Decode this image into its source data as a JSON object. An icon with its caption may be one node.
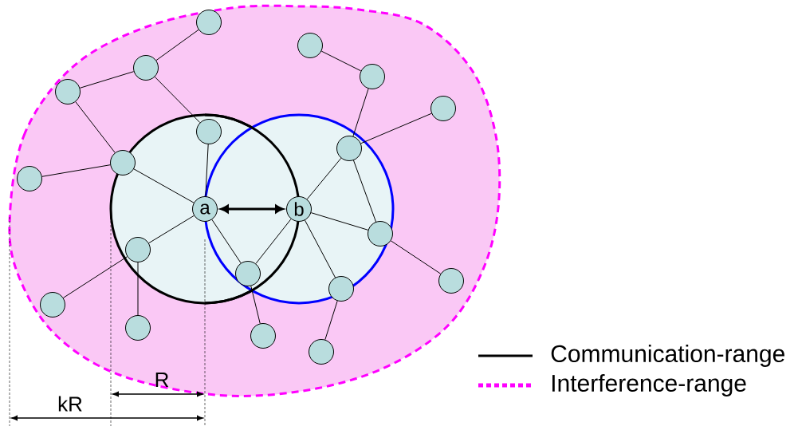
{
  "diagram": {
    "nodes": [
      {
        "text": [
          "a"
        ]
      },
      {
        "text": [
          "b"
        ]
      },
      {
        "text": [],
        "shape": "circle"
      },
      {
        "text": [],
        "shape": "circle"
      },
      {
        "text": [],
        "shape": "circle"
      },
      {
        "text": [],
        "shape": "circle"
      },
      {
        "text": [],
        "shape": "circle"
      },
      {
        "text": [],
        "shape": "circle"
      },
      {
        "text": [],
        "shape": "circle"
      },
      {
        "text": [],
        "shape": "circle"
      },
      {
        "text": [],
        "shape": "circle"
      },
      {
        "text": [],
        "shape": "circle"
      },
      {
        "text": [],
        "shape": "circle"
      },
      {
        "text": [],
        "shape": "circle"
      },
      {
        "text": [],
        "shape": "circle"
      },
      {
        "text": [],
        "shape": "circle"
      },
      {
        "text": [],
        "shape": "circle"
      },
      {
        "text": [],
        "shape": "circle"
      },
      {
        "text": [],
        "shape": "circle"
      },
      {
        "text": [],
        "shape": "circle"
      },
      {
        "text": [],
        "shape": "circle"
      }
    ],
    "edges": [
      {
        "from": 0,
        "to": 1,
        "arrow": "both",
        "style": "thick"
      },
      {
        "from": 2,
        "to": 3,
        "arrow": "none"
      },
      {
        "from": 3,
        "to": 4,
        "arrow": "none"
      },
      {
        "from": 3,
        "to": 5,
        "arrow": "none"
      },
      {
        "from": 4,
        "to": 6,
        "arrow": "none"
      },
      {
        "from": 6,
        "to": 7,
        "arrow": "none"
      },
      {
        "from": 6,
        "to": 0,
        "arrow": "none"
      },
      {
        "from": 5,
        "to": 0,
        "arrow": "none"
      },
      {
        "from": 8,
        "to": 9,
        "arrow": "none"
      },
      {
        "from": 9,
        "to": 11,
        "arrow": "none"
      },
      {
        "from": 11,
        "to": 10,
        "arrow": "none"
      },
      {
        "from": 11,
        "to": 1,
        "arrow": "none"
      },
      {
        "from": 11,
        "to": 16,
        "arrow": "none"
      },
      {
        "from": 0,
        "to": 12,
        "arrow": "none"
      },
      {
        "from": 12,
        "to": 13,
        "arrow": "none"
      },
      {
        "from": 12,
        "to": 14,
        "arrow": "none"
      },
      {
        "from": 0,
        "to": 15,
        "arrow": "none"
      },
      {
        "from": 1,
        "to": 15,
        "arrow": "none"
      },
      {
        "from": 1,
        "to": 16,
        "arrow": "none"
      },
      {
        "from": 1,
        "to": 18,
        "arrow": "none"
      },
      {
        "from": 16,
        "to": 17,
        "arrow": "none"
      },
      {
        "from": 15,
        "to": 19,
        "arrow": "none"
      },
      {
        "from": 18,
        "to": 20,
        "arrow": "none"
      }
    ],
    "labels": [
      "R",
      "kR"
    ],
    "legend": [
      {
        "text": "Communication-range"
      },
      {
        "text": "Interference-range"
      }
    ]
  }
}
